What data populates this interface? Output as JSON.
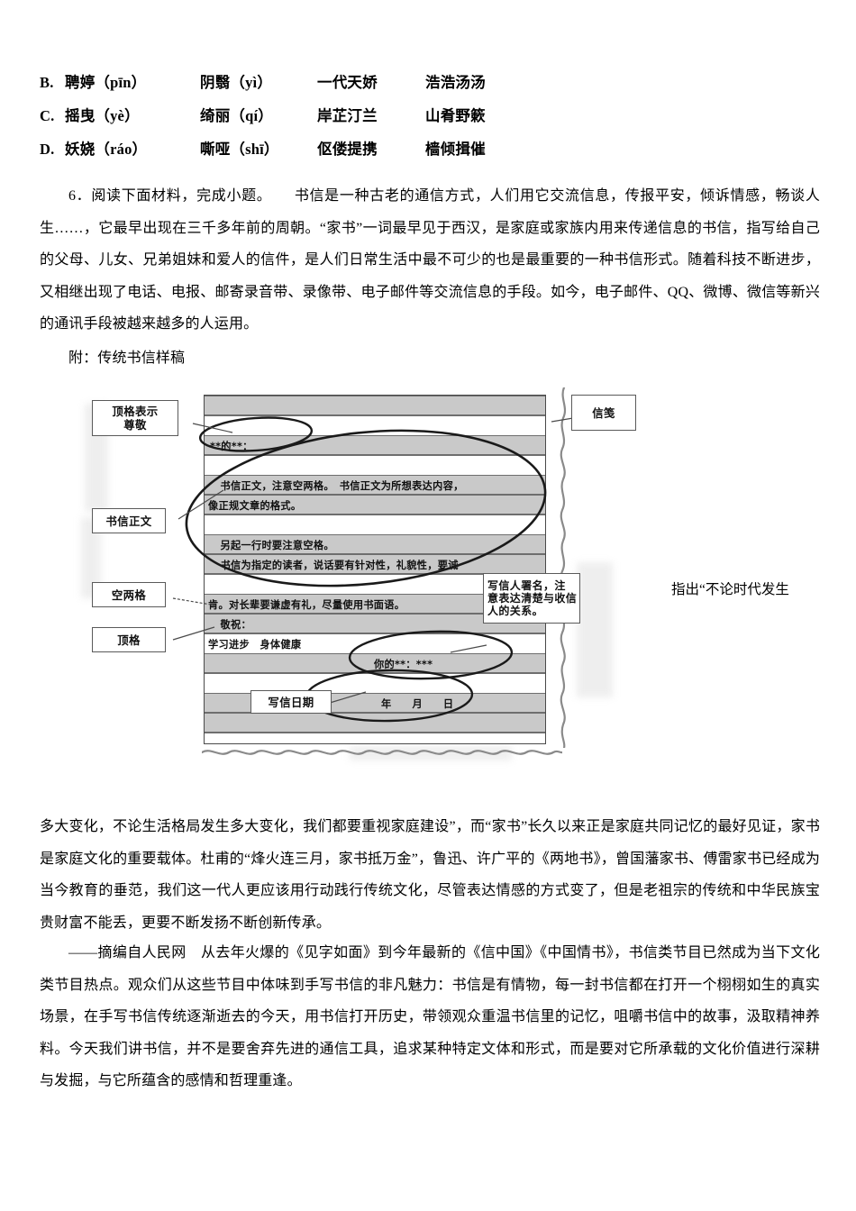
{
  "choices": [
    {
      "letter": "B.",
      "col1": "聘婷（pīn）",
      "col2": "阴翳（yì）",
      "col3": "一代天娇",
      "col4": "浩浩汤汤"
    },
    {
      "letter": "C.",
      "col1": "摇曳（yè）",
      "col2": "绮丽（qí）",
      "col3": "岸芷汀兰",
      "col4": "山肴野簌"
    },
    {
      "letter": "D.",
      "col1": "妖娆（ráo）",
      "col2": "嘶哑（shī）",
      "col3": "伛偻提携",
      "col4": "樯倾揖催"
    }
  ],
  "question": {
    "text": "6．阅读下面材料，完成小题。　　书信是一种古老的通信方式，人们用它交流信息，传报平安，倾诉情感，畅谈人生……，它最早出现在三千多年前的周朝。“家书”一词最早见于西汉，是家庭或家族内用来传递信息的书信，指写给自己的父母、儿女、兄弟姐妹和爱人的信件，是人们日常生活中最不可少的也是最重要的一种书信形式。随着科技不断进步，又相继出现了电话、电报、邮寄录音带、录像带、电子邮件等交流信息的手段。如今，电子邮件、QQ、微博、微信等新兴的通讯手段被越来越多的人运用。"
  },
  "attachment_caption": "附：传统书信样稿",
  "diagram": {
    "labels": {
      "top_format": "顶格表示\n尊敬",
      "body_text": "书信正文",
      "two_spaces": "空两格",
      "top_align": "顶格",
      "letter_date": "写信日期",
      "stationery": "信笺",
      "signature_note": "写信人署名，注\n意表达清楚与收信\n人的关系。"
    },
    "letter_lines": [
      "**的**：",
      "　书信正文，注意空两格。　书信正文为所想表达内容，",
      "像正规文章的格式。",
      "　另起一行时要注意空格。",
      "　书信为指定的读者，说话要有针对性，礼貌性，要诚",
      "肯。对长辈要谦虚有礼，尽量使用书面语。",
      "　敬祝：",
      "学习进步　身体健康",
      "你的**：***",
      "年　　月　　日"
    ]
  },
  "side_text": "指出“不论时代发生",
  "paragraph_after_1": "多大变化，不论生活格局发生多大变化，我们都要重视家庭建设”，而“家书”长久以来正是家庭共同记忆的最好见证，家书是家庭文化的重要载体。杜甫的“烽火连三月，家书抵万金”，鲁迅、许广平的《两地书》，曾国藩家书、傅雷家书已经成为当今教育的垂范，我们这一代人更应该用行动践行传统文化，尽管表达情感的方式变了，但是老祖宗的传统和中华民族宝贵财富不能丢，更要不断发扬不断创新传承。",
  "paragraph_after_2": "——摘编自人民网　从去年火爆的《见字如面》到今年最新的《信中国》《中国情书》，书信类节目已然成为当下文化类节目热点。观众们从这些节目中体味到手写书信的非凡魅力：书信是有情物，每一封书信都在打开一个栩栩如生的真实场景，在手写书信传统逐渐逝去的今天，用书信打开历史，带领观众重温书信里的记忆，咀嚼书信中的故事，汲取精神养料。今天我们讲书信，并不是要舍弃先进的通信工具，追求某种特定文体和形式，而是要对它所承载的文化价值进行深耕与发掘，与它所蕴含的感情和哲理重逢。"
}
